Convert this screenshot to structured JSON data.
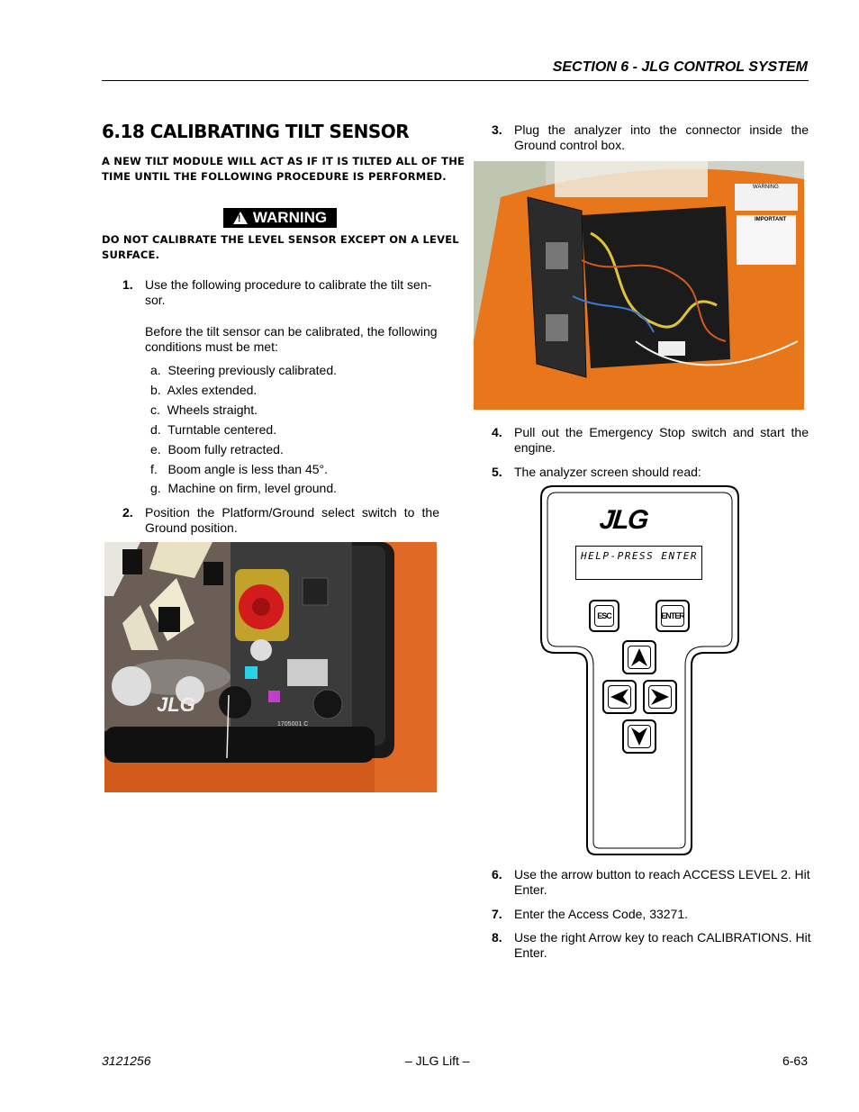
{
  "header": {
    "section_title": "SECTION 6 - JLG CONTROL SYSTEM"
  },
  "left": {
    "heading": "6.18 CALIBRATING TILT SENSOR",
    "intro_line1": "A NEW TILT MODULE WILL ACT AS IF IT IS TILTED ALL OF THE",
    "intro_line2": "TIME UNTIL THE FOLLOWING PROCEDURE IS PERFORMED.",
    "warning_label": "WARNING",
    "warning_line1": "DO NOT CALIBRATE THE LEVEL SENSOR EXCEPT ON A LEVEL",
    "warning_line2": "SURFACE.",
    "step1_num": "1.",
    "step1_line1": "Use the following procedure to calibrate the tilt sen-",
    "step1_line2": "sor.",
    "step1_para_line1": "Before the tilt sensor can be calibrated, the following",
    "step1_para_line2": "conditions must be met:",
    "conditions": [
      "a.  Steering previously calibrated.",
      "b.  Axles extended.",
      "c.  Wheels straight.",
      "d.  Turntable centered.",
      "e.  Boom fully retracted.",
      "f.   Boom angle is less than 45°.",
      "g.  Machine on firm, level ground."
    ],
    "step2_num": "2.",
    "step2_line1": "Position the Platform/Ground select switch to the",
    "step2_line2": "Ground position.",
    "photo_panel_code": "1705001 C",
    "photo_panel_brand": "JLG"
  },
  "right": {
    "step3_num": "3.",
    "step3_line1": "Plug the analyzer into the connector inside the",
    "step3_line2": "Ground control box.",
    "photo_label_warning": "WARNING",
    "photo_label_important": "IMPORTANT",
    "step4_num": "4.",
    "step4_line1": "Pull out the Emergency Stop switch and start the",
    "step4_line2": "engine.",
    "step5_num": "5.",
    "step5_text": "The analyzer screen should read:",
    "analyzer_logo": "JLG",
    "analyzer_screen": "HELP-PRESS ENTER",
    "analyzer_esc": "ESC",
    "analyzer_enter": "ENTER",
    "step6_num": "6.",
    "step6_line1": "Use the arrow button to reach ACCESS LEVEL 2. Hit",
    "step6_line2": "Enter.",
    "step7_num": "7.",
    "step7_text": "Enter the Access Code, 33271.",
    "step8_num": "8.",
    "step8_line1": "Use the right Arrow key to reach CALIBRATIONS. Hit",
    "step8_line2": "Enter."
  },
  "footer": {
    "doc_number": "3121256",
    "center": "– JLG Lift –",
    "page": "6-63"
  }
}
